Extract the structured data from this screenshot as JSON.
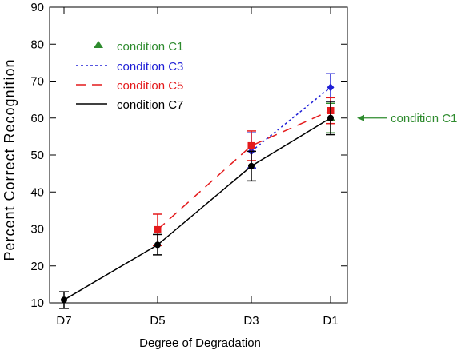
{
  "chart_data": {
    "type": "line",
    "xlabel": "Degree of Degradation",
    "ylabel": "Percent Correct Recognition",
    "categories": [
      "D7",
      "D5",
      "D3",
      "D1"
    ],
    "ylim": [
      10,
      90
    ],
    "yticks": [
      10,
      20,
      30,
      40,
      50,
      60,
      70,
      80,
      90
    ],
    "grid": false,
    "legend_position": "top-left",
    "series": [
      {
        "name": "condition C1",
        "style": "marker-only",
        "marker": "triangle",
        "color": "#2e8b2e",
        "values": [
          null,
          null,
          null,
          60
        ],
        "err_lo": [
          null,
          null,
          null,
          56
        ],
        "err_hi": [
          null,
          null,
          null,
          64
        ]
      },
      {
        "name": "condition C3",
        "style": "dotted",
        "marker": "diamond",
        "color": "#1f1fd6",
        "values": [
          null,
          null,
          51,
          68.3
        ],
        "err_lo": [
          null,
          null,
          46.5,
          64.5
        ],
        "err_hi": [
          null,
          null,
          56,
          72
        ]
      },
      {
        "name": "condition C5",
        "style": "dashed",
        "marker": "square",
        "color": "#e41a1c",
        "values": [
          null,
          29.8,
          52.5,
          62
        ],
        "err_lo": [
          null,
          25.5,
          48.5,
          58.5
        ],
        "err_hi": [
          null,
          34,
          56.5,
          65.5
        ]
      },
      {
        "name": "condition C7",
        "style": "solid",
        "marker": "circle",
        "color": "#000000",
        "values": [
          10.8,
          25.7,
          47,
          60
        ],
        "err_lo": [
          8.5,
          23,
          43,
          55.5
        ],
        "err_hi": [
          13,
          28.5,
          51,
          64.5
        ]
      }
    ],
    "annotation": {
      "text": "condition C1",
      "color": "#2e8b2e",
      "points_to": {
        "category": "D1",
        "value": 60
      }
    }
  }
}
